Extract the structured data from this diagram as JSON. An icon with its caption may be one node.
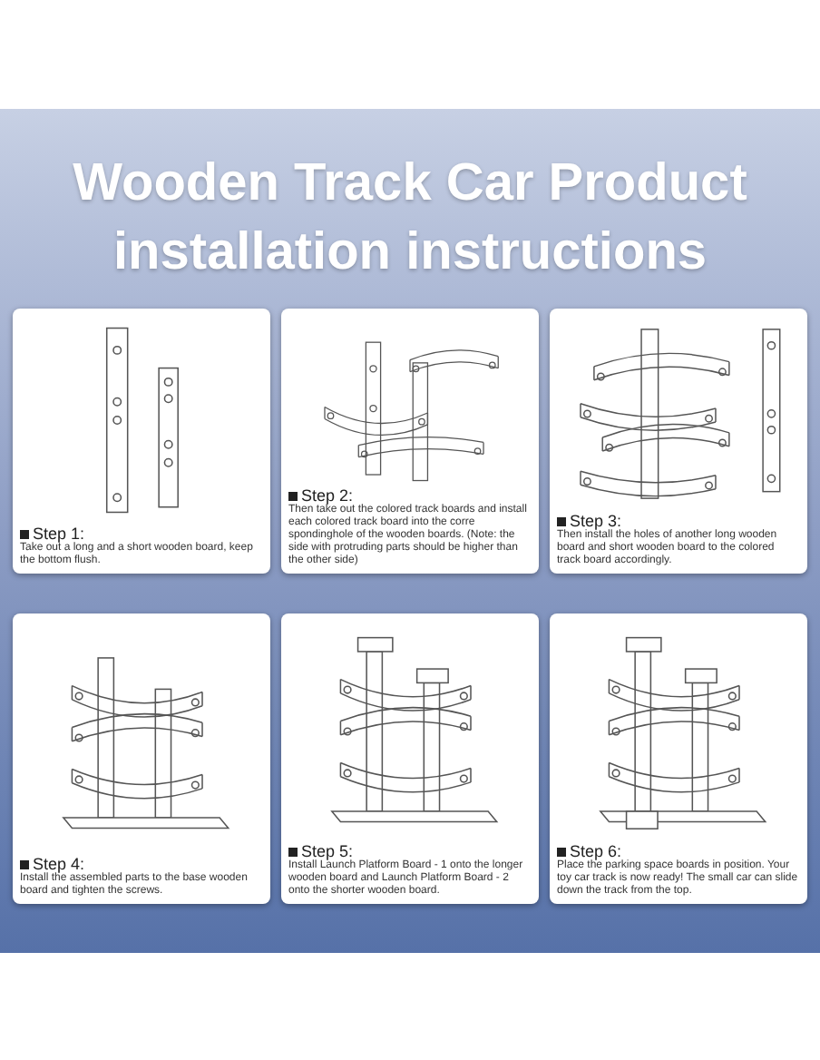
{
  "diagram": {
    "title": "Wooden Track Car Product installation instructions",
    "nodes": [
      {
        "text": [
          "Step 1:",
          "Take out a long and a short wooden board, keep the bottom flush."
        ]
      },
      {
        "text": [
          "Step 2:",
          "Then take out the colored track boards and install each colored track board into the corre spondinghole of the wooden boards. (Note: the side with protruding parts should be higher than the other side)"
        ]
      },
      {
        "text": [
          "Step 3:",
          "Then install the holes of another long wooden board and short wooden board to the colored track board accordingly."
        ]
      },
      {
        "text": [
          "Step 4:",
          "Install the assembled parts to the base wooden board and tighten the screws."
        ]
      },
      {
        "text": [
          "Step 5:",
          "Install Launch Platform Board - 1 onto the longer wooden board and Launch Platform Board - 2 onto the shorter wooden board."
        ]
      },
      {
        "text": [
          "Step 6:",
          "Place the parking space boards in position. Your toy car track is now ready! The small car can slide down the track from the top."
        ]
      }
    ]
  }
}
